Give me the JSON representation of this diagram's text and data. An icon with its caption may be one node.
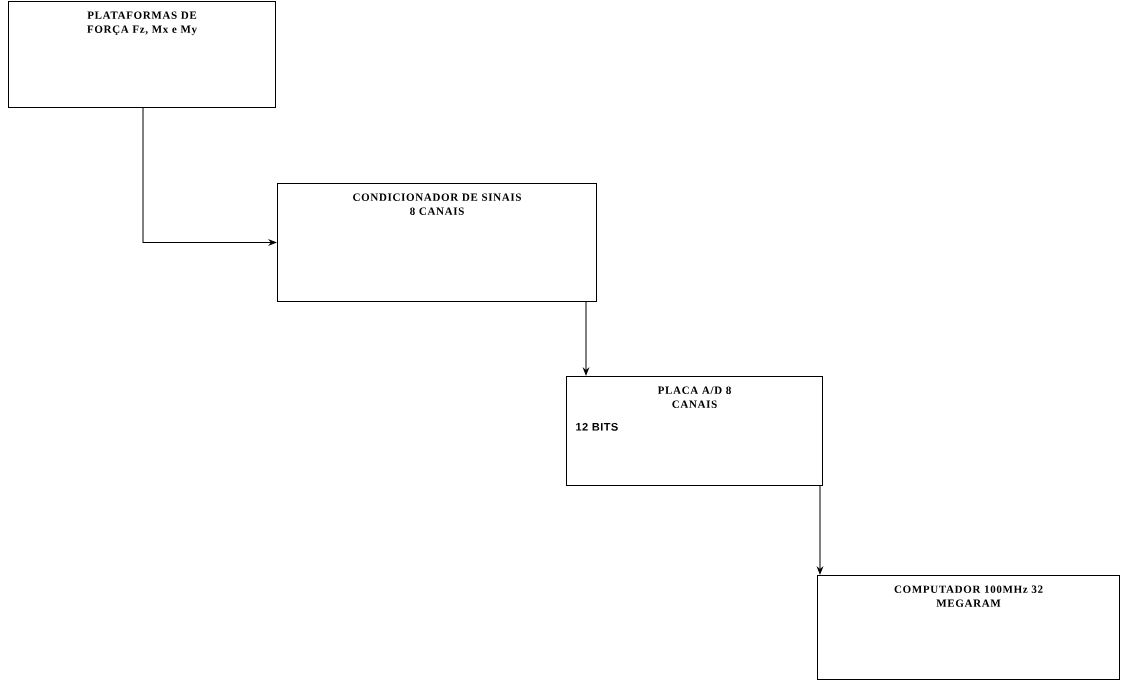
{
  "diagram": {
    "nodes": [
      {
        "text": [
          "PLATAFORMAS DE FORÇA Fz, Mx e My"
        ]
      },
      {
        "text": [
          "CONDICIONADOR DE SINAIS 8 CANAIS"
        ]
      },
      {
        "text": [
          "PLACA A/D 8 CANAIS",
          "12 BITS"
        ]
      },
      {
        "text": [
          "COMPUTADOR 100MHz 32 MEGARAM"
        ]
      }
    ],
    "edges": [
      {
        "from": 0,
        "to": 1,
        "arrow": "to"
      },
      {
        "from": 1,
        "to": 2,
        "arrow": "to"
      },
      {
        "from": 2,
        "to": 3,
        "arrow": "to"
      }
    ]
  }
}
